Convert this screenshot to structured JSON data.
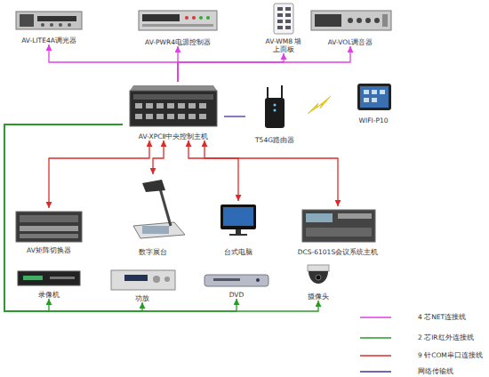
{
  "diagram": {
    "nodes": [
      {
        "text": [
          "AV-LITE4A调光器"
        ]
      },
      {
        "text": [
          "AV-PWR4电源控制器"
        ]
      },
      {
        "text": [
          "AV-WM8 墙上面板"
        ]
      },
      {
        "text": [
          "AV-VOL调音器"
        ]
      },
      {
        "text": [
          "AV-XPCⅡ中央控制主机"
        ]
      },
      {
        "text": [
          "T54G路由器"
        ]
      },
      {
        "text": [
          "WIFI-P10"
        ]
      },
      {
        "text": [
          "AV矩阵切换器"
        ]
      },
      {
        "text": [
          "数字展台"
        ]
      },
      {
        "text": [
          "台式电脑"
        ]
      },
      {
        "text": [
          "DCS-6101S会议系统主机"
        ]
      },
      {
        "text": [
          "录像机"
        ]
      },
      {
        "text": [
          "功放"
        ]
      },
      {
        "text": [
          "DVD"
        ]
      },
      {
        "text": [
          "摄像头"
        ]
      }
    ],
    "edges": [
      {
        "from": 4,
        "to": 0,
        "arrow": "to"
      },
      {
        "from": 4,
        "to": 1,
        "arrow": "to"
      },
      {
        "from": 4,
        "to": 2,
        "arrow": "to"
      },
      {
        "from": 4,
        "to": 3,
        "arrow": "to"
      },
      {
        "from": 4,
        "to": 5,
        "arrow": "none"
      },
      {
        "from": 4,
        "to": 7,
        "arrow": "both"
      },
      {
        "from": 4,
        "to": 8,
        "arrow": "both"
      },
      {
        "from": 4,
        "to": 9,
        "arrow": "both"
      },
      {
        "from": 4,
        "to": 10,
        "arrow": "both"
      },
      {
        "from": 4,
        "to": 11,
        "arrow": "to"
      },
      {
        "from": 4,
        "to": 12,
        "arrow": "to"
      },
      {
        "from": 4,
        "to": 13,
        "arrow": "to"
      },
      {
        "from": 4,
        "to": 14,
        "arrow": "to"
      }
    ],
    "legend": [
      {
        "text": "4 芯NET连接线"
      },
      {
        "text": "2 芯IR红外连接线"
      },
      {
        "text": "9 针COM串口连接线"
      },
      {
        "text": "网络传输线"
      }
    ]
  }
}
